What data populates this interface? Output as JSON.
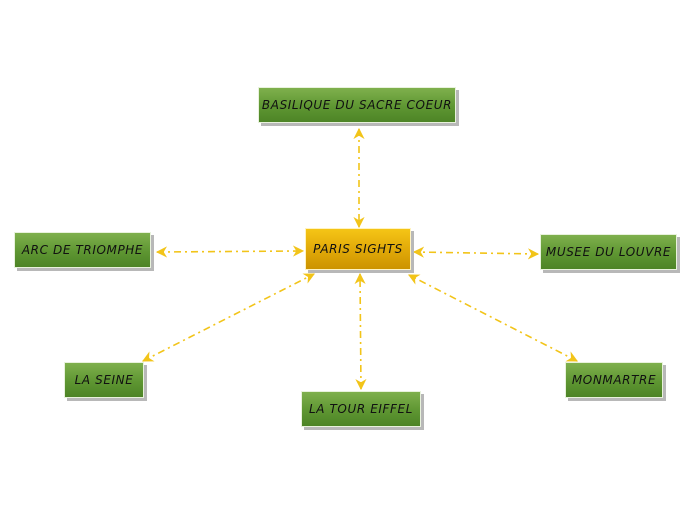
{
  "diagram": {
    "central": {
      "label": "PARIS SIGHTS"
    },
    "topics": {
      "sacre_coeur": {
        "label": "BASILIQUE DU SACRE COEUR"
      },
      "arc_triomphe": {
        "label": "ARC DE TRIOMPHE"
      },
      "louvre": {
        "label": "MUSEE DU LOUVRE"
      },
      "seine": {
        "label": "LA SEINE"
      },
      "eiffel": {
        "label": "LA TOUR EIFFEL"
      },
      "montmartre": {
        "label": "MONMARTRE"
      }
    },
    "colors": {
      "central_fill": "#e8b20a",
      "topic_fill": "#5e9632",
      "connector": "#f2c419"
    }
  }
}
